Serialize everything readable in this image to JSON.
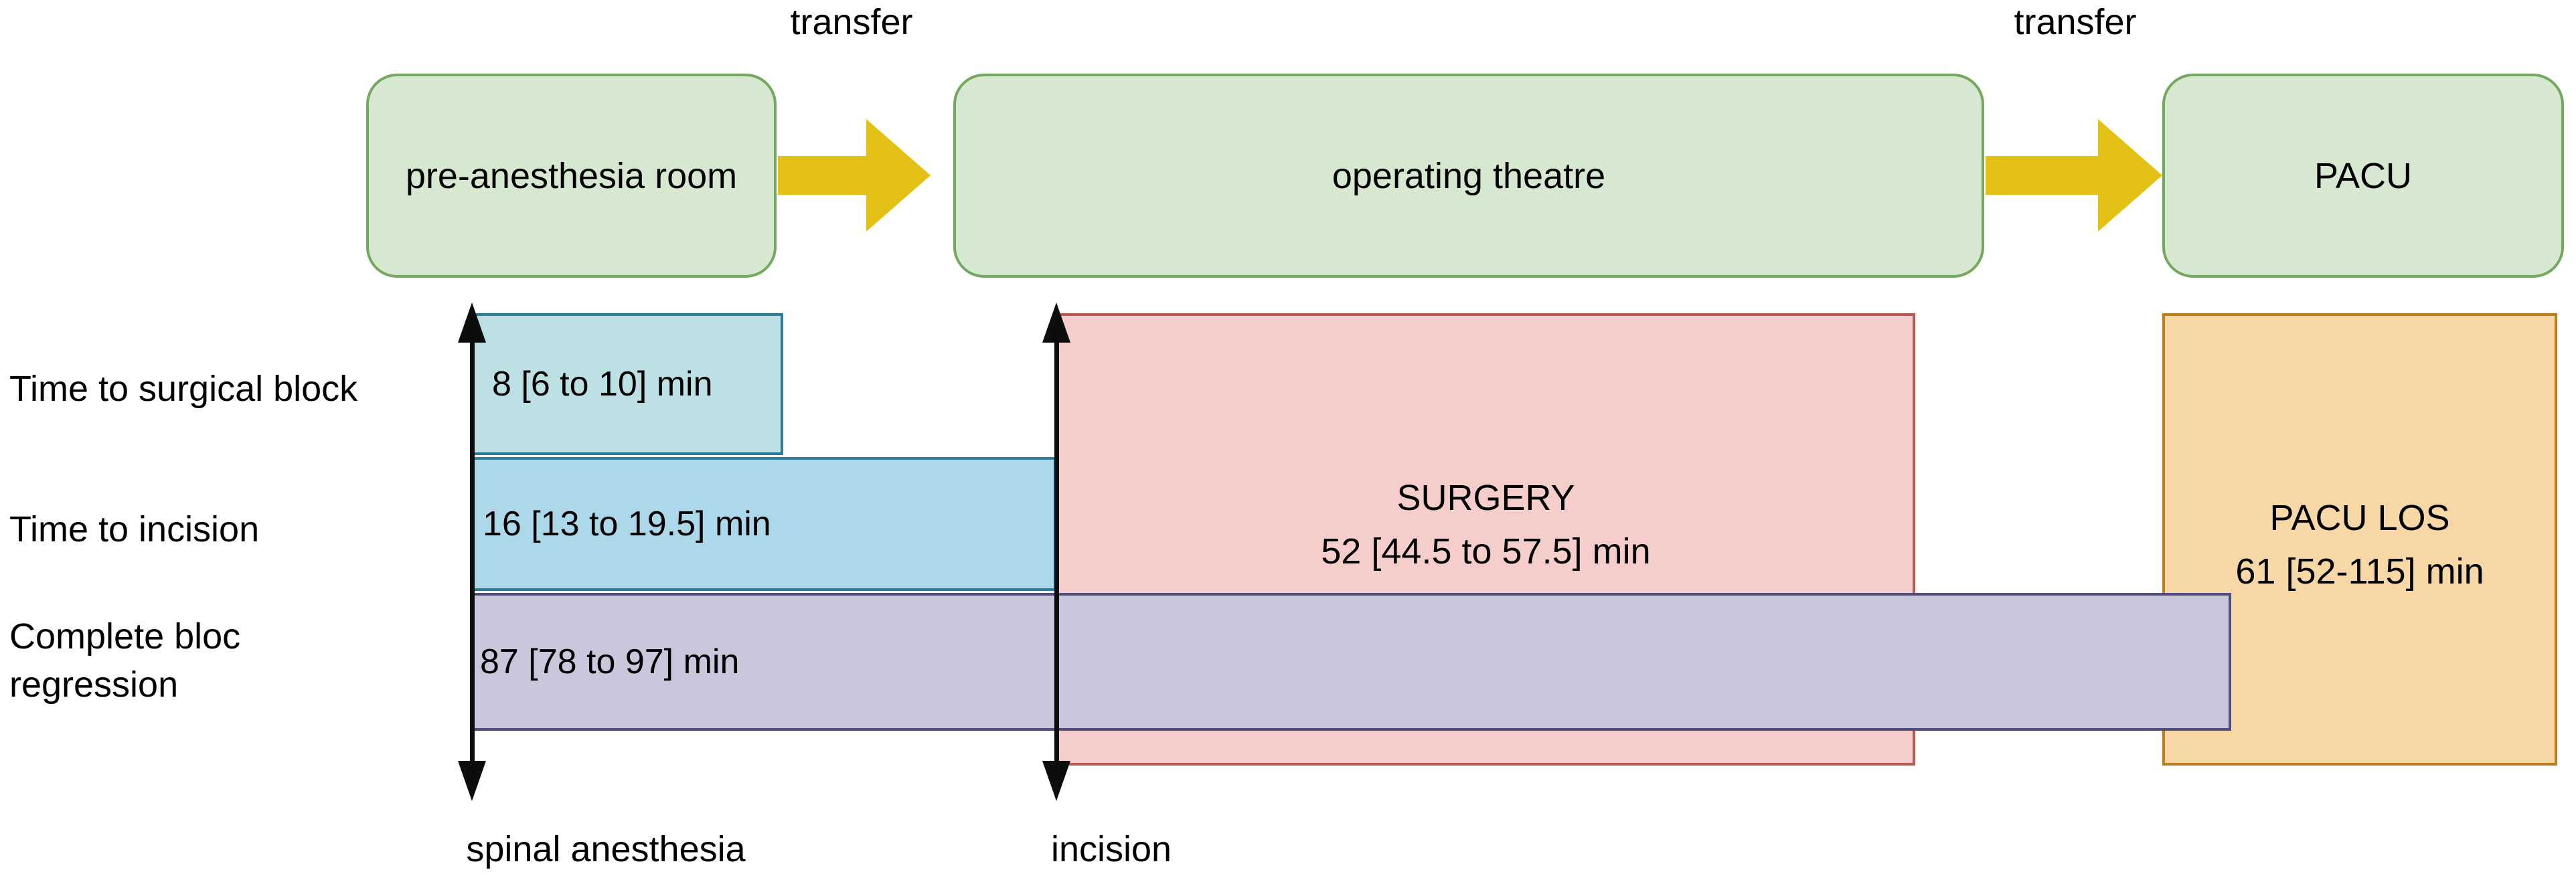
{
  "top_flow": {
    "transfer_labels": [
      "transfer",
      "transfer"
    ],
    "stages": [
      {
        "label": "pre-anesthesia room"
      },
      {
        "label": "operating theatre"
      },
      {
        "label": "PACU"
      }
    ]
  },
  "timeline": {
    "rows": [
      {
        "label": "Time to surgical block",
        "value": "8 [6 to 10] min"
      },
      {
        "label": "Time to incision",
        "value": "16 [13 to 19.5] min"
      },
      {
        "label": "Complete bloc regression",
        "value": "87 [78 to 97] min"
      }
    ],
    "surgery_box": {
      "title": "SURGERY",
      "value": "52 [44.5 to 57.5] min"
    },
    "pacu_los_box": {
      "title": "PACU LOS",
      "value": "61 [52-115] min"
    },
    "event_labels": {
      "spinal": "spinal anesthesia",
      "incision": "incision"
    }
  },
  "colors": {
    "green_fill": "#d6e8d0",
    "green_border": "#74a85e",
    "yellow_arrow": "#e3c117",
    "teal_fill": "#bce0e3",
    "teal_border": "#2a7d96",
    "blue_fill": "#add8ea",
    "blue_border": "#2e7f99",
    "purple_fill": "#c9c7dc",
    "purple_border": "#514e7e",
    "pink_fill": "#f5cecb",
    "pink_border": "#b85a54",
    "orange_fill": "#f7d7a6",
    "orange_border": "#bf7d1e",
    "arrow_black": "#0d0d0d",
    "text": "#000000"
  }
}
